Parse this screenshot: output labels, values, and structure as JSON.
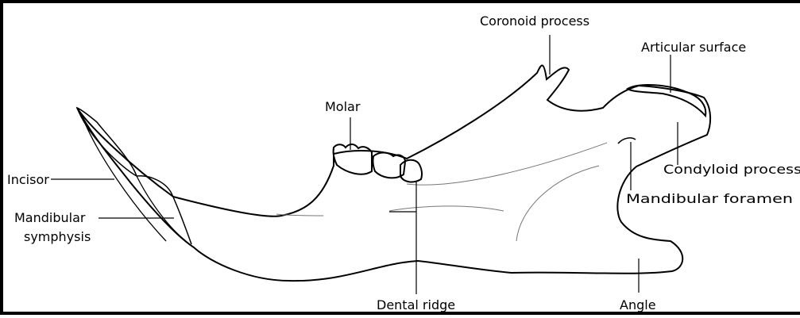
{
  "diagram": {
    "labels": {
      "coronoid_process": "Coronoid process",
      "articular_surface": "Articular surface",
      "molar": "Molar",
      "incisor": "Incisor",
      "condyloid_process": "Condyloid process",
      "mandibular_foramen": "Mandibular foramen",
      "mandibular_symphysis_line1": "Mandibular",
      "mandibular_symphysis_line2": "symphysis",
      "dental_ridge": "Dental ridge",
      "angle": "Angle"
    },
    "colors": {
      "ink": "#000000",
      "background": "#ffffff",
      "fine_line": "#777777"
    }
  }
}
